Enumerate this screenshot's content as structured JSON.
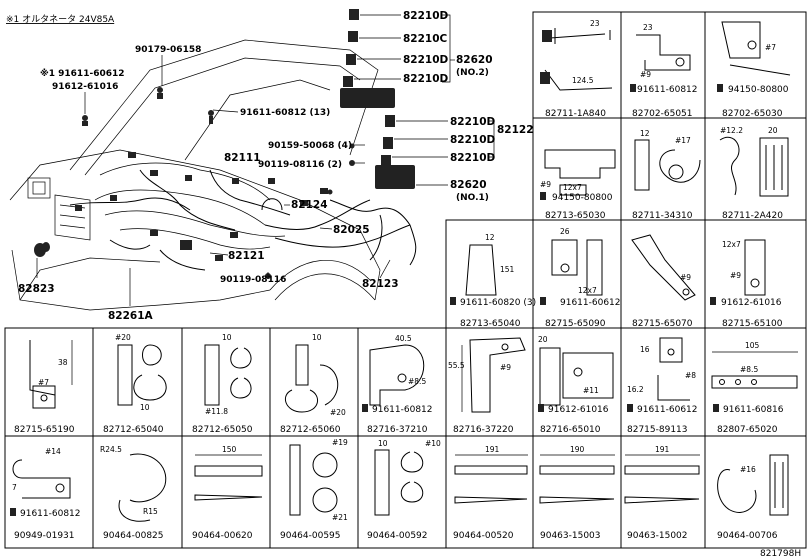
{
  "header": {
    "note": "※1 オルタネータ 24V85A",
    "figure_id": "821798H"
  },
  "main": {
    "labels": [
      {
        "id": "l1",
        "text": "82210D"
      },
      {
        "id": "l2",
        "text": "82210C"
      },
      {
        "id": "l3",
        "text": "82210D"
      },
      {
        "id": "l4",
        "text": "82210D"
      },
      {
        "id": "l5",
        "text": "82620"
      },
      {
        "id": "l6",
        "text": "(NO.2)"
      },
      {
        "id": "l7",
        "text": "90179-06158"
      },
      {
        "id": "l8",
        "text": "※1 91611-60612"
      },
      {
        "id": "l9",
        "text": "91612-61016"
      },
      {
        "id": "l10",
        "text": "91611-60812 (13)"
      },
      {
        "id": "l11",
        "text": "82210D"
      },
      {
        "id": "l12",
        "text": "82122"
      },
      {
        "id": "l13",
        "text": "82210D"
      },
      {
        "id": "l14",
        "text": "90159-50068 (4)"
      },
      {
        "id": "l15",
        "text": "82210D"
      },
      {
        "id": "l16",
        "text": "90119-08116 (2)"
      },
      {
        "id": "l17",
        "text": "82111"
      },
      {
        "id": "l18",
        "text": "82620"
      },
      {
        "id": "l19",
        "text": "(NO.1)"
      },
      {
        "id": "l20",
        "text": "82124"
      },
      {
        "id": "l21",
        "text": "82025"
      },
      {
        "id": "l22",
        "text": "82121"
      },
      {
        "id": "l23",
        "text": "82823"
      },
      {
        "id": "l24",
        "text": "90119-08116"
      },
      {
        "id": "l25",
        "text": "82123"
      },
      {
        "id": "l26",
        "text": "82261A"
      }
    ]
  },
  "grid": {
    "cells": [
      {
        "part": "82711-1A840",
        "texts": [
          "23",
          "124.5"
        ]
      },
      {
        "part": "82702-65051",
        "texts": [
          "23",
          "#9",
          "91611-60812"
        ]
      },
      {
        "part": "82702-65030",
        "texts": [
          "#7",
          "94150-80800"
        ]
      },
      {
        "part": "82713-65030",
        "texts": [
          "#9",
          "12x7",
          "94150-80800"
        ]
      },
      {
        "part": "82711-34310",
        "texts": [
          "12",
          "#17"
        ]
      },
      {
        "part": "82711-2A420",
        "texts": [
          "#12.2",
          "20"
        ]
      },
      {
        "part": "82713-65040",
        "texts": [
          "12",
          "151",
          "91611-60820 (3)"
        ]
      },
      {
        "part": "82715-65090",
        "texts": [
          "26",
          "12x7",
          "91611-60612"
        ]
      },
      {
        "part": "82715-65070",
        "texts": [
          "#9"
        ]
      },
      {
        "part": "82715-65100",
        "texts": [
          "12x7",
          "#9",
          "91612-61016"
        ]
      },
      {
        "part": "82715-65190",
        "texts": [
          "38",
          "#7"
        ]
      },
      {
        "part": "82712-65040",
        "texts": [
          "#20",
          "10"
        ]
      },
      {
        "part": "82712-65050",
        "texts": [
          "10",
          "#11.8"
        ]
      },
      {
        "part": "82712-65060",
        "texts": [
          "10",
          "#20"
        ]
      },
      {
        "part": "82716-37210",
        "texts": [
          "40.5",
          "#8.5",
          "91611-60812"
        ]
      },
      {
        "part": "82716-37220",
        "texts": [
          "55.5",
          "#9"
        ]
      },
      {
        "part": "82716-65010",
        "texts": [
          "20",
          "#11",
          "91612-61016"
        ]
      },
      {
        "part": "82715-89113",
        "texts": [
          "16",
          "16.2",
          "#8",
          "91611-60612"
        ]
      },
      {
        "part": "82807-65020",
        "texts": [
          "105",
          "#8.5",
          "91611-60816"
        ]
      },
      {
        "part": "90949-01931",
        "texts": [
          "#14",
          "7",
          "91611-60812"
        ]
      },
      {
        "part": "90464-00825",
        "texts": [
          "R24.5",
          "R15"
        ]
      },
      {
        "part": "90464-00620",
        "texts": [
          "150"
        ]
      },
      {
        "part": "90464-00595",
        "texts": [
          "#19",
          "#21"
        ]
      },
      {
        "part": "90464-00592",
        "texts": [
          "10",
          "#10"
        ]
      },
      {
        "part": "90464-00520",
        "texts": [
          "191"
        ]
      },
      {
        "part": "90463-15003",
        "texts": [
          "190"
        ]
      },
      {
        "part": "90463-15002",
        "texts": [
          "191"
        ]
      },
      {
        "part": "90464-00706",
        "texts": [
          "#16"
        ]
      }
    ]
  }
}
